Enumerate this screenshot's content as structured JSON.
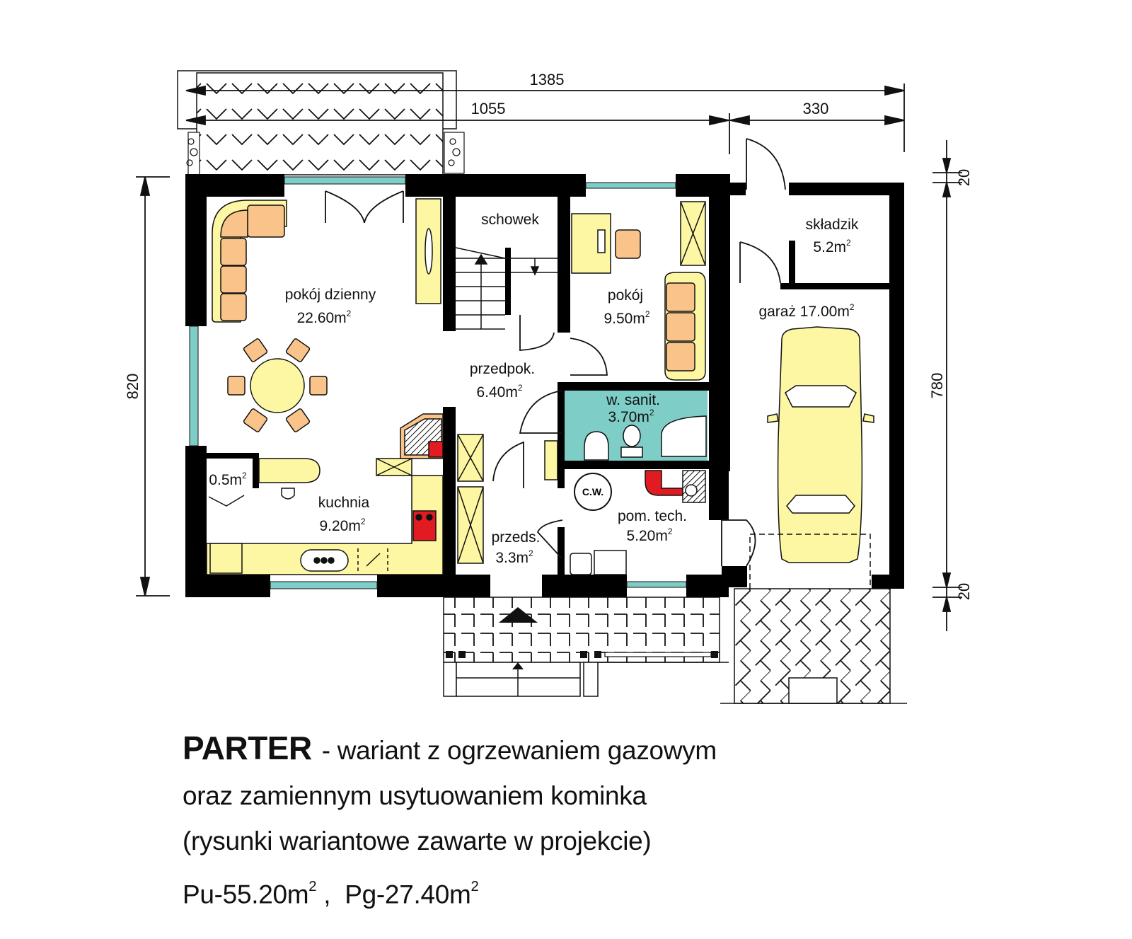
{
  "plan": {
    "dimensions": {
      "overall_width": "1385",
      "house_width": "1055",
      "garage_width": "330",
      "house_depth": "820",
      "garage_depth": "780",
      "offset_top": "20",
      "offset_bottom": "20"
    },
    "rooms": [
      {
        "name": "pokój dzienny",
        "area": "22.60m",
        "sup": "2"
      },
      {
        "name": "schowek",
        "area": "",
        "sup": ""
      },
      {
        "name": "pokój",
        "area": "9.50m",
        "sup": "2"
      },
      {
        "name": "składzik",
        "area": "5.2m",
        "sup": "2"
      },
      {
        "name": "garaż 17.00m",
        "area": "",
        "sup": "2"
      },
      {
        "name": "przedpok.",
        "area": "6.40m",
        "sup": "2"
      },
      {
        "name": "w. sanit.",
        "area": "3.70m",
        "sup": "2"
      },
      {
        "name": "",
        "area": "0.5m",
        "sup": "2"
      },
      {
        "name": "kuchnia",
        "area": "9.20m",
        "sup": "2"
      },
      {
        "name": "pom. tech.",
        "area": "5.20m",
        "sup": "2"
      },
      {
        "name": "przeds.",
        "area": "3.3m",
        "sup": "2"
      }
    ],
    "boiler_label": "C.W.",
    "colors": {
      "wall": "#000000",
      "furniture_yellow": "#fdf7a3",
      "furniture_orange": "#f9c38a",
      "bathroom": "#7fcdc7",
      "window": "#7fcdc7",
      "heater_red": "#e21b23"
    }
  },
  "caption": {
    "title": "PARTER",
    "line1_rest": "- wariant z ogrzewaniem gazowym",
    "line2": "oraz zamiennym usytuowaniem kominka",
    "line3": "(rysunki wariantowe zawarte w projekcie)",
    "pu_label": "Pu-55.20m",
    "pu_sup": "2",
    "separator": " ,  ",
    "pg_label": "Pg-27.40m",
    "pg_sup": "2"
  }
}
